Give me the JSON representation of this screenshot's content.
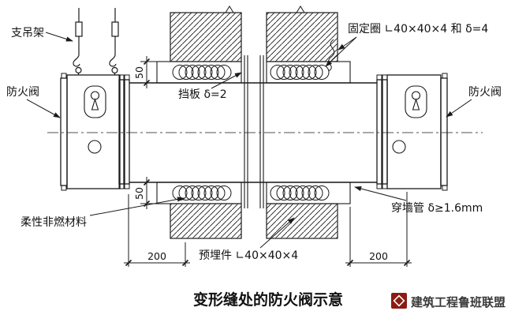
{
  "drawing": {
    "title": "变形缝处的防火阀示意",
    "labels": {
      "hanger": "支吊架",
      "fire_damper_left": "防火阀",
      "fire_damper_right": "防火阀",
      "fixing_ring": "固定圈 ∟40×40×4 和 δ=4",
      "baffle": "挡板 δ=2",
      "flexible_material": "柔性非燃材料",
      "embedded_part": "预埋件 ∟40×40×4",
      "wall_sleeve": "穿墙管 δ≥1.6mm"
    },
    "dimensions": {
      "gap_top": "50",
      "gap_bottom": "50",
      "offset_left": "200",
      "offset_right": "200"
    }
  },
  "watermark": {
    "text": "建筑工程鲁班联盟"
  },
  "colors": {
    "line": "#1a1a1a",
    "logo": "#8c1c12",
    "watermark_text": "#3a3a3a",
    "background": "#ffffff"
  }
}
